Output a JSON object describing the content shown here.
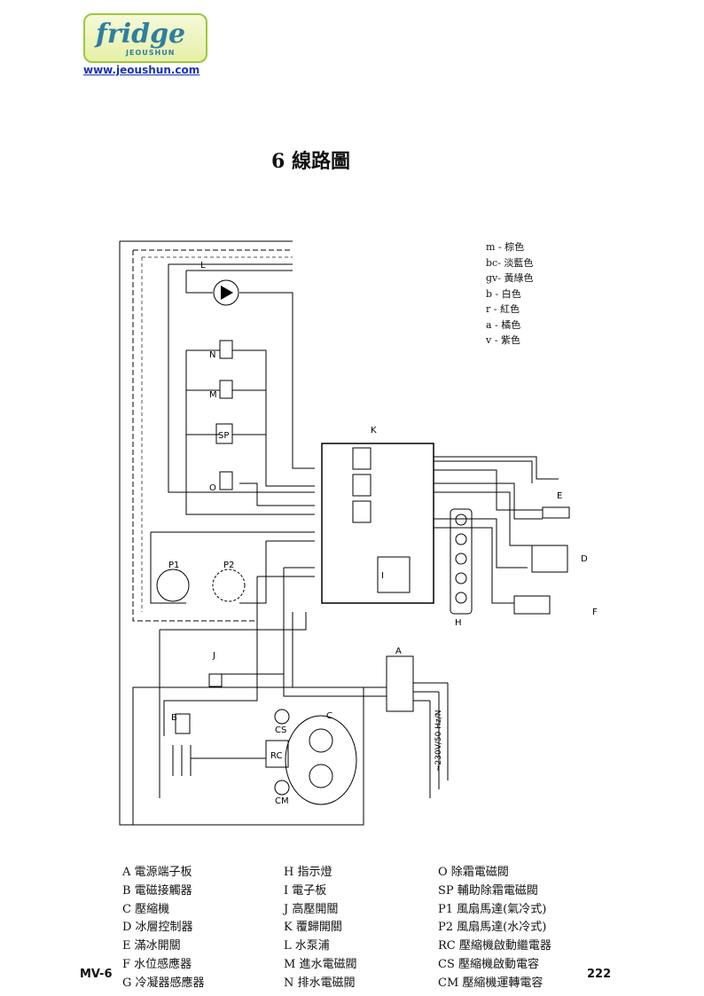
{
  "header": {
    "logo_text": "fridge",
    "logo_sub": "JEOUSHUN",
    "url": "www.jeoushun.com"
  },
  "page_title": "6 線路圖",
  "wire_colors": [
    "m - 棕色",
    "bc- 淡藍色",
    "gv- 黃綠色",
    "b - 白色",
    "r - 紅色",
    "a - 橘色",
    "v - 紫色"
  ],
  "diagram_labels": {
    "A": "A",
    "B": "B",
    "C": "C",
    "D": "D",
    "E": "E",
    "F": "F",
    "H": "H",
    "I": "I",
    "J": "J",
    "K": "K",
    "L": "L",
    "M": "M",
    "N": "N",
    "O": "O",
    "SP": "SP",
    "P1": "P1",
    "P2": "P2",
    "RC": "RC",
    "CS": "CS",
    "CM": "CM",
    "supply": "~230V/50 Hz/N"
  },
  "parts_legend": {
    "col1": [
      "A 電源端子板",
      "B 電磁接觸器",
      "C 壓縮機",
      "D 冰層控制器",
      "E 滿冰開關",
      "F 水位感應器",
      "G 冷凝器感應器"
    ],
    "col2": [
      "H 指示燈",
      "I 電子板",
      "J 高壓開關",
      "K 覆歸開關",
      "L 水泵浦",
      "M 進水電磁閥",
      "N 排水電磁閥"
    ],
    "col3": [
      "O 除霜電磁閥",
      "SP 輔助除霜電磁閥",
      "P1 風扇馬達(氣冷式)",
      "P2 風扇馬達(水冷式)",
      "RC 壓縮機啟動繼電器",
      "CS 壓縮機啟動電容",
      "CM 壓縮機運轉電容"
    ]
  },
  "footer": {
    "model": "MV-6",
    "page_number": "222"
  }
}
